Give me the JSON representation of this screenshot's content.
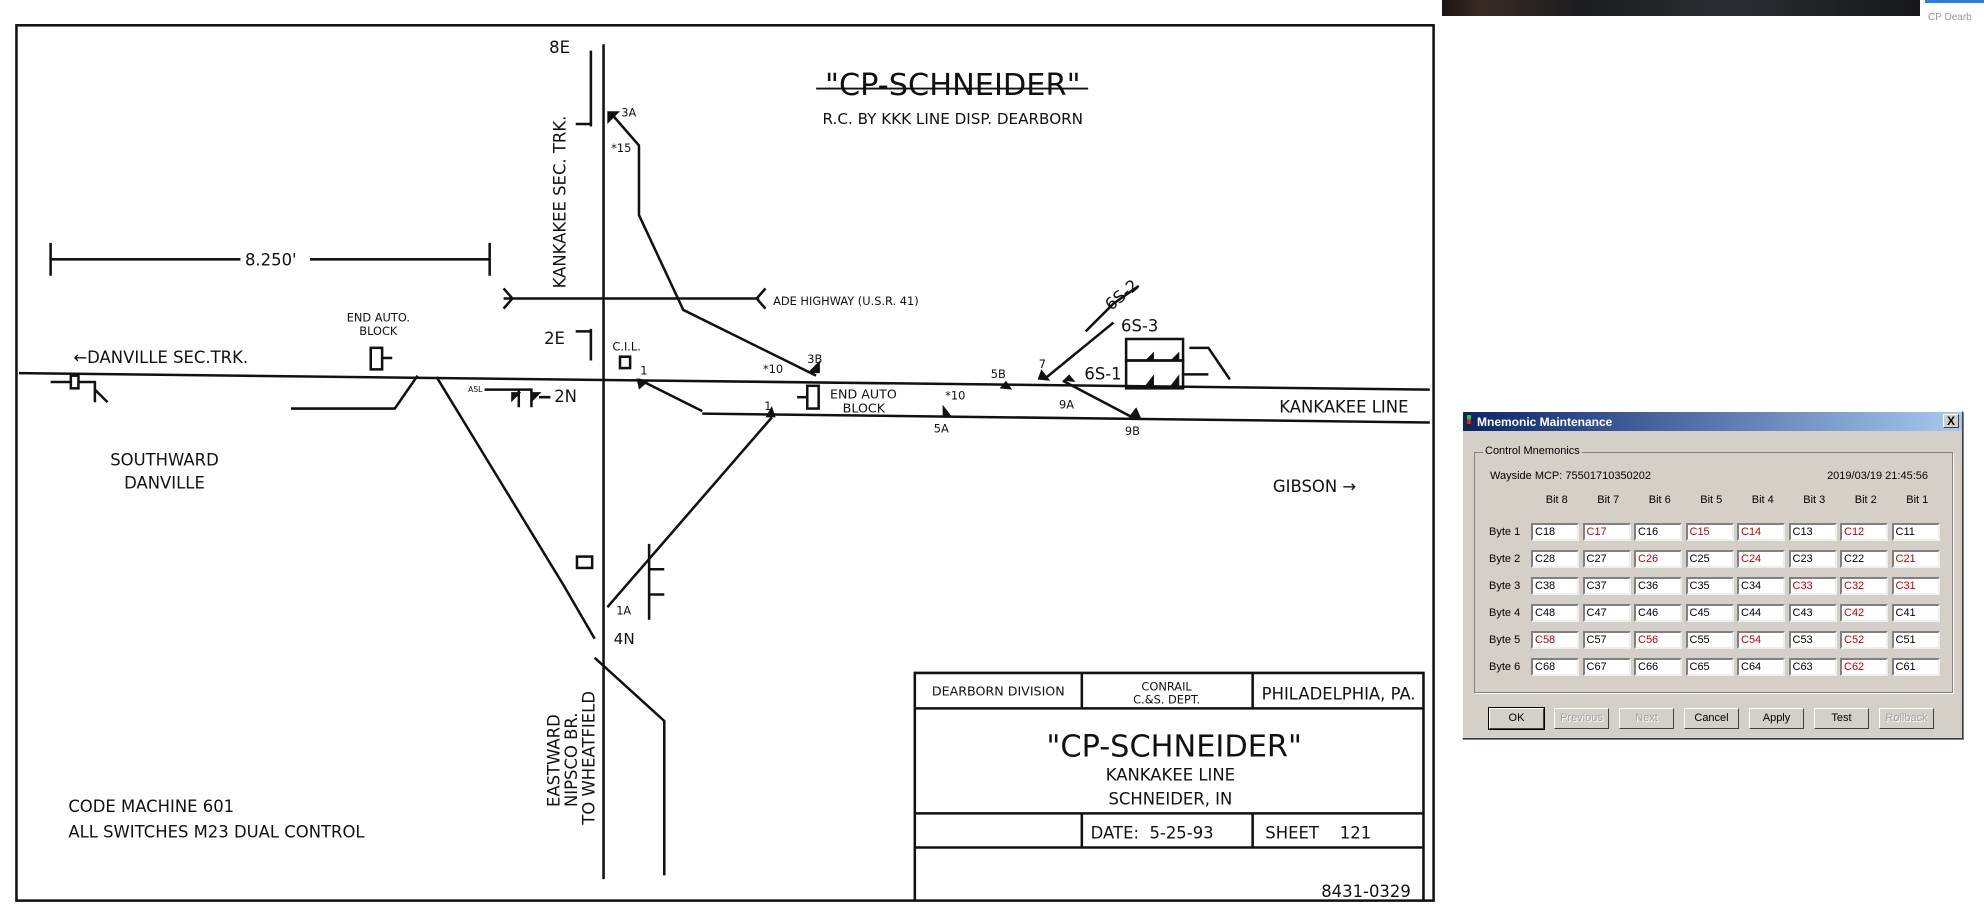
{
  "diagram": {
    "title": "\"CP-SCHNEIDER\"",
    "subtitle": "R.C. BY KKK LINE DISP. DEARBORN",
    "dimension": "8.250'",
    "labels": {
      "e8": "8E",
      "a3": "3A",
      "s15": "*15",
      "kankakee_sec": "KANKAKEE SEC. TRK.",
      "ade": "ADE HIGHWAY (U.S.R. 41)",
      "e2": "2E",
      "cil": "C.I.L.",
      "end_auto_block_1": "END AUTO.",
      "end_auto_block_2": "BLOCK",
      "danville_sec": "←DANVILLE SEC.TRK.",
      "asl": "ASL",
      "n2": "2N",
      "one_a": "1",
      "one_b": "1",
      "s10a": "*10",
      "b3": "3B",
      "end_auto_2a": "END AUTO",
      "end_auto_2b": "BLOCK",
      "s10b": "*10",
      "b5": "5B",
      "a5": "5A",
      "seven": "7",
      "a9": "9A",
      "b9": "9B",
      "s62": "6S-2",
      "s63": "6S-3",
      "s61": "6S-1",
      "kankakee_line": "KANKAKEE LINE",
      "southward": "SOUTHWARD",
      "danville": "DANVILLE",
      "gibson": "GIBSON →",
      "a1": "1A",
      "n4": "4N",
      "eastward": "EASTWARD",
      "nipsco": "NIPSCO BR.",
      "wheatfield": "TO WHEATFIELD",
      "code_machine": "CODE MACHINE 601",
      "switches": "ALL SWITCHES M23 DUAL CONTROL"
    },
    "title_block": {
      "division": "DEARBORN DIVISION",
      "conrail": "CONRAIL",
      "dept": "C.&S. DEPT.",
      "city": "PHILADELPHIA, PA.",
      "name": "\"CP-SCHNEIDER\"",
      "line": "KANKAKEE LINE",
      "place": "SCHNEIDER, IN",
      "date": "DATE:  5-25-93",
      "sheet": "SHEET    121",
      "drawing_no": "8431-0329"
    }
  },
  "background_tab": "CP Dearb",
  "dialog": {
    "title": "Mnemonic Maintenance",
    "close": "X",
    "group": "Control Mnemonics",
    "wayside_mcp": "Wayside MCP:  75501710350202",
    "timestamp": "2019/03/19 21:45:56",
    "bits": [
      "Bit 8",
      "Bit 7",
      "Bit 6",
      "Bit 5",
      "Bit 4",
      "Bit 3",
      "Bit 2",
      "Bit 1"
    ],
    "rows": [
      {
        "label": "Byte 1",
        "cells": [
          {
            "v": "C18",
            "red": false
          },
          {
            "v": "C17",
            "red": true
          },
          {
            "v": "C16",
            "red": false
          },
          {
            "v": "C15",
            "red": true
          },
          {
            "v": "C14",
            "red": true
          },
          {
            "v": "C13",
            "red": false
          },
          {
            "v": "C12",
            "red": true
          },
          {
            "v": "C11",
            "red": false
          }
        ]
      },
      {
        "label": "Byte 2",
        "cells": [
          {
            "v": "C28",
            "red": false
          },
          {
            "v": "C27",
            "red": false
          },
          {
            "v": "C26",
            "red": true
          },
          {
            "v": "C25",
            "red": false
          },
          {
            "v": "C24",
            "red": true
          },
          {
            "v": "C23",
            "red": false
          },
          {
            "v": "C22",
            "red": false
          },
          {
            "v": "C21",
            "red": true
          }
        ]
      },
      {
        "label": "Byte 3",
        "cells": [
          {
            "v": "C38",
            "red": false
          },
          {
            "v": "C37",
            "red": false
          },
          {
            "v": "C36",
            "red": false
          },
          {
            "v": "C35",
            "red": false
          },
          {
            "v": "C34",
            "red": false
          },
          {
            "v": "C33",
            "red": true
          },
          {
            "v": "C32",
            "red": true
          },
          {
            "v": "C31",
            "red": true
          }
        ]
      },
      {
        "label": "Byte 4",
        "cells": [
          {
            "v": "C48",
            "red": false
          },
          {
            "v": "C47",
            "red": false
          },
          {
            "v": "C46",
            "red": false
          },
          {
            "v": "C45",
            "red": false
          },
          {
            "v": "C44",
            "red": false
          },
          {
            "v": "C43",
            "red": false
          },
          {
            "v": "C42",
            "red": true
          },
          {
            "v": "C41",
            "red": false
          }
        ]
      },
      {
        "label": "Byte 5",
        "cells": [
          {
            "v": "C58",
            "red": true
          },
          {
            "v": "C57",
            "red": false
          },
          {
            "v": "C56",
            "red": true
          },
          {
            "v": "C55",
            "red": false
          },
          {
            "v": "C54",
            "red": true
          },
          {
            "v": "C53",
            "red": false
          },
          {
            "v": "C52",
            "red": true
          },
          {
            "v": "C51",
            "red": false
          }
        ]
      },
      {
        "label": "Byte 6",
        "cells": [
          {
            "v": "C68",
            "red": false
          },
          {
            "v": "C67",
            "red": false
          },
          {
            "v": "C66",
            "red": false
          },
          {
            "v": "C65",
            "red": false
          },
          {
            "v": "C64",
            "red": false
          },
          {
            "v": "C63",
            "red": false
          },
          {
            "v": "C62",
            "red": true
          },
          {
            "v": "C61",
            "red": false
          }
        ]
      }
    ],
    "buttons": [
      {
        "label": "OK",
        "enabled": true
      },
      {
        "label": "Previous",
        "enabled": false
      },
      {
        "label": "Next",
        "enabled": false
      },
      {
        "label": "Cancel",
        "enabled": true
      },
      {
        "label": "Apply",
        "enabled": true
      },
      {
        "label": "Test",
        "enabled": true
      },
      {
        "label": "Rollback",
        "enabled": false
      }
    ]
  }
}
